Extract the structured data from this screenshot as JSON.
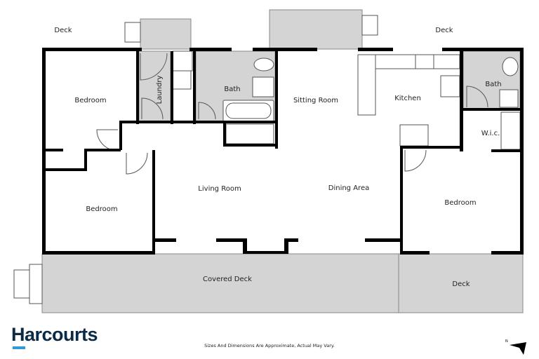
{
  "rooms": {
    "deck_top_left": "Deck",
    "deck_top_right": "Deck",
    "bedroom_1": "Bedroom",
    "laundry": "Laundry",
    "bath_1": "Bath",
    "sitting_room": "Sitting Room",
    "kitchen": "Kitchen",
    "bath_2": "Bath",
    "wic": "W.i.c.",
    "living_room": "Living Room",
    "dining_area": "Dining Area",
    "bedroom_2": "Bedroom",
    "bedroom_3": "Bedroom",
    "covered_deck": "Covered Deck",
    "deck_bottom_right": "Deck"
  },
  "footer": {
    "brand": "Harcourts",
    "disclaimer": "Sizes And Dimensions Are Approximate, Actual May Vary.",
    "north_label": "N"
  },
  "colors": {
    "wall": "#000000",
    "wet_area": "#d4d4d4",
    "brand": "#0b2a45",
    "brand_accent": "#2f9ad8"
  }
}
